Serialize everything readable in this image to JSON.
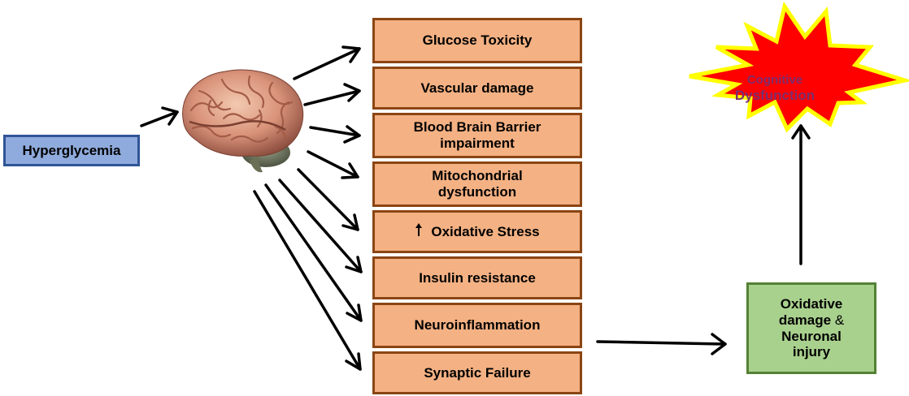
{
  "source": {
    "label": "Hyperglycemia",
    "color": "#8faadc",
    "border_color": "#2f5597"
  },
  "brain": {
    "icon": "brain-icon"
  },
  "factors": {
    "color": "#f4b183",
    "border_color": "#8b4513",
    "items": [
      {
        "label": "Glucose Toxicity"
      },
      {
        "label": "Vascular damage"
      },
      {
        "label": "Blood Brain Barrier impairment"
      },
      {
        "label": "Mitochondrial dysfunction"
      },
      {
        "label": "Oxidative Stress",
        "prefix_icon": "up-arrow-icon"
      },
      {
        "label": "Insulin resistance"
      },
      {
        "label": "Neuroinflammation"
      },
      {
        "label": "Synaptic Failure"
      }
    ]
  },
  "outcome": {
    "line1": "Oxidative",
    "line2a": "damage",
    "line2b": "&",
    "line3": "Neuronal",
    "line4": "injury",
    "color": "#a9d18e",
    "border_color": "#548235"
  },
  "result": {
    "line1": "Cognitive",
    "line2": "Dysfunction",
    "shape": "starburst",
    "fill": "#ff0000",
    "outline": "#ffff00",
    "text_color": "#7b2d6e"
  }
}
